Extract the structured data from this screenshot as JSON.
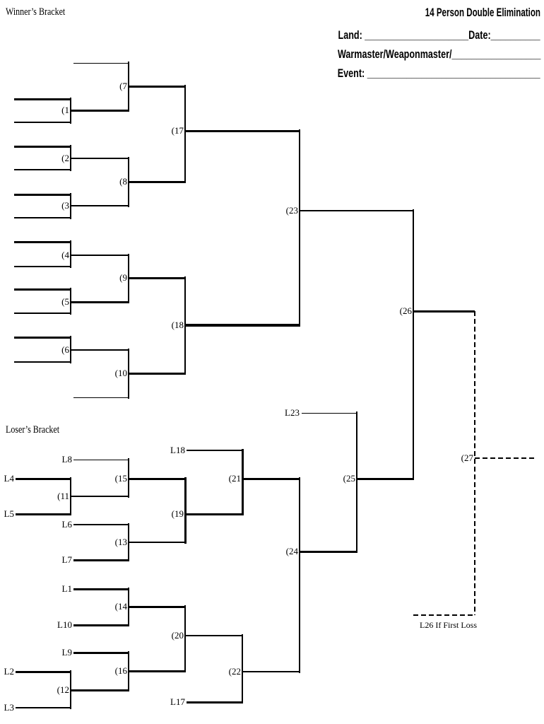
{
  "header": {
    "title": "14 Person Double Elimination",
    "line1": "Land: _____________________Date:__________",
    "line2": "Warmaster/Weaponmaster/__________________",
    "line3": "Event: ___________________________________"
  },
  "sections": {
    "winners": "Winner’s Bracket",
    "losers": "Loser’s Bracket"
  },
  "matches": {
    "m1": "(1",
    "m2": "(2",
    "m3": "(3",
    "m4": "(4",
    "m5": "(5",
    "m6": "(6",
    "m7": "(7",
    "m8": "(8",
    "m9": "(9",
    "m10": "(10",
    "m11": "(11",
    "m12": "(12",
    "m13": "(13",
    "m14": "(14",
    "m15": "(15",
    "m16": "(16",
    "m17": "(17",
    "m18": "(18",
    "m19": "(19",
    "m20": "(20",
    "m21": "(21",
    "m22": "(22",
    "m23": "(23",
    "m24": "(24",
    "m25": "(25",
    "m26": "(26",
    "m27": "(27"
  },
  "entries": {
    "L1": "L1",
    "L2": "L2",
    "L3": "L3",
    "L4": "L4",
    "L5": "L5",
    "L6": "L6",
    "L7": "L7",
    "L8": "L8",
    "L9": "L9",
    "L10": "L10",
    "L17": "L17",
    "L18": "L18",
    "L23": "L23"
  },
  "notes": {
    "reset": "L26 If First Loss"
  }
}
